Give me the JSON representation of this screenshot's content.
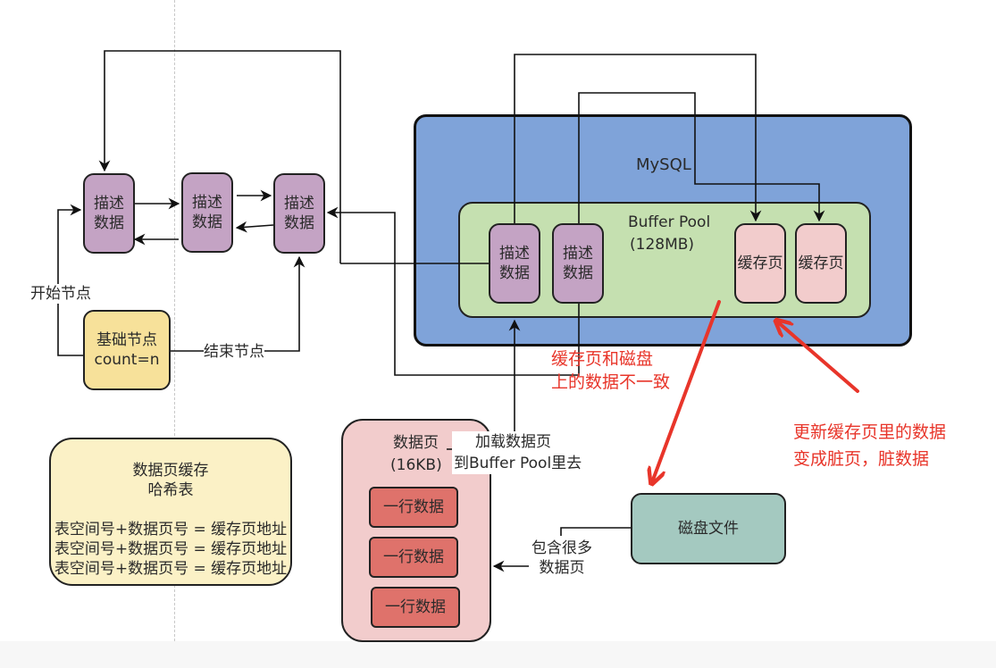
{
  "diagram": {
    "list_nodes": [
      {
        "id": "desc1",
        "label_line1": "描述",
        "label_line2": "数据"
      },
      {
        "id": "desc2",
        "label_line1": "描述",
        "label_line2": "数据"
      },
      {
        "id": "desc3",
        "label_line1": "描述",
        "label_line2": "数据"
      }
    ],
    "base_node": {
      "line1": "基础节点",
      "line2": "count=n"
    },
    "edge_labels": {
      "start": "开始节点",
      "end": "结束节点",
      "load_line1": "加载数据页",
      "load_line2": "到Buffer Pool里去",
      "contains_line1": "包含很多",
      "contains_line2": "数据页"
    },
    "mysql": {
      "title": "MySQL",
      "buffer_pool": {
        "title": "Buffer Pool",
        "size": "(128MB)"
      },
      "desc_blocks": [
        {
          "label_line1": "描述",
          "label_line2": "数据"
        },
        {
          "label_line1": "描述",
          "label_line2": "数据"
        }
      ],
      "cache_pages": [
        {
          "label": "缓存页"
        },
        {
          "label": "缓存页"
        }
      ]
    },
    "hash_table": {
      "title_line1": "数据页缓存",
      "title_line2": "哈希表",
      "entries": [
        "表空间号+数据页号 = 缓存页地址",
        "表空间号+数据页号 = 缓存页地址",
        "表空间号+数据页号 = 缓存页地址"
      ]
    },
    "data_page": {
      "title_line1": "数据页",
      "title_line2": "(16KB)",
      "rows": [
        "一行数据",
        "一行数据",
        "一行数据"
      ]
    },
    "disk_file": {
      "label": "磁盘文件"
    },
    "annotations": {
      "inconsistent_line1": "缓存页和磁盘",
      "inconsistent_line2": "上的数据不一致",
      "dirty_line1": "更新缓存页里的数据",
      "dirty_line2": "变成脏页，脏数据"
    },
    "colors": {
      "mysql": "#7fa3d9",
      "buffer_pool": "#c5e0b0",
      "desc": "#c4a3c4",
      "cache_page": "#f2cccc",
      "base_node": "#f7e19a",
      "hash_table": "#fbf1c6",
      "disk_file": "#a4c9c0",
      "row": "#df726b",
      "annotation": "#e8352a"
    }
  }
}
